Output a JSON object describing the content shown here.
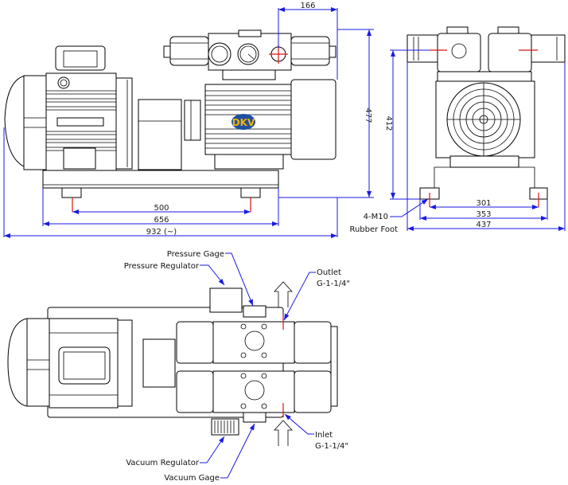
{
  "drawing": {
    "title": "Rotary vane pump dimension drawing",
    "logo_text": "DKV",
    "colors": {
      "dimension": "#1a1ae6",
      "center_mark": "#e01010",
      "logo_bg": "#1f4fa0",
      "logo_text": "#f2b400",
      "outline": "#000000"
    },
    "front_view": {
      "dimensions": {
        "top_width": "166",
        "height_total": "477",
        "foot_centers": "500",
        "base_length": "656",
        "overall_length": "932 (~)"
      }
    },
    "side_view": {
      "dimensions": {
        "height_to_port": "412",
        "foot_centers": "301",
        "base_width": "353",
        "overall_width": "437"
      },
      "annotations": {
        "mount_line1": "4-M10",
        "mount_line2": "Rubber Foot"
      }
    },
    "top_view": {
      "annotations": {
        "pressure_gage": "Pressure Gage",
        "pressure_regulator": "Pressure Regulator",
        "outlet_line1": "Outlet",
        "outlet_line2": "G-1-1/4\"",
        "inlet_line1": "Inlet",
        "inlet_line2": "G-1-1/4\"",
        "vacuum_regulator": "Vacuum Regulator",
        "vacuum_gage": "Vacuum Gage"
      }
    }
  }
}
